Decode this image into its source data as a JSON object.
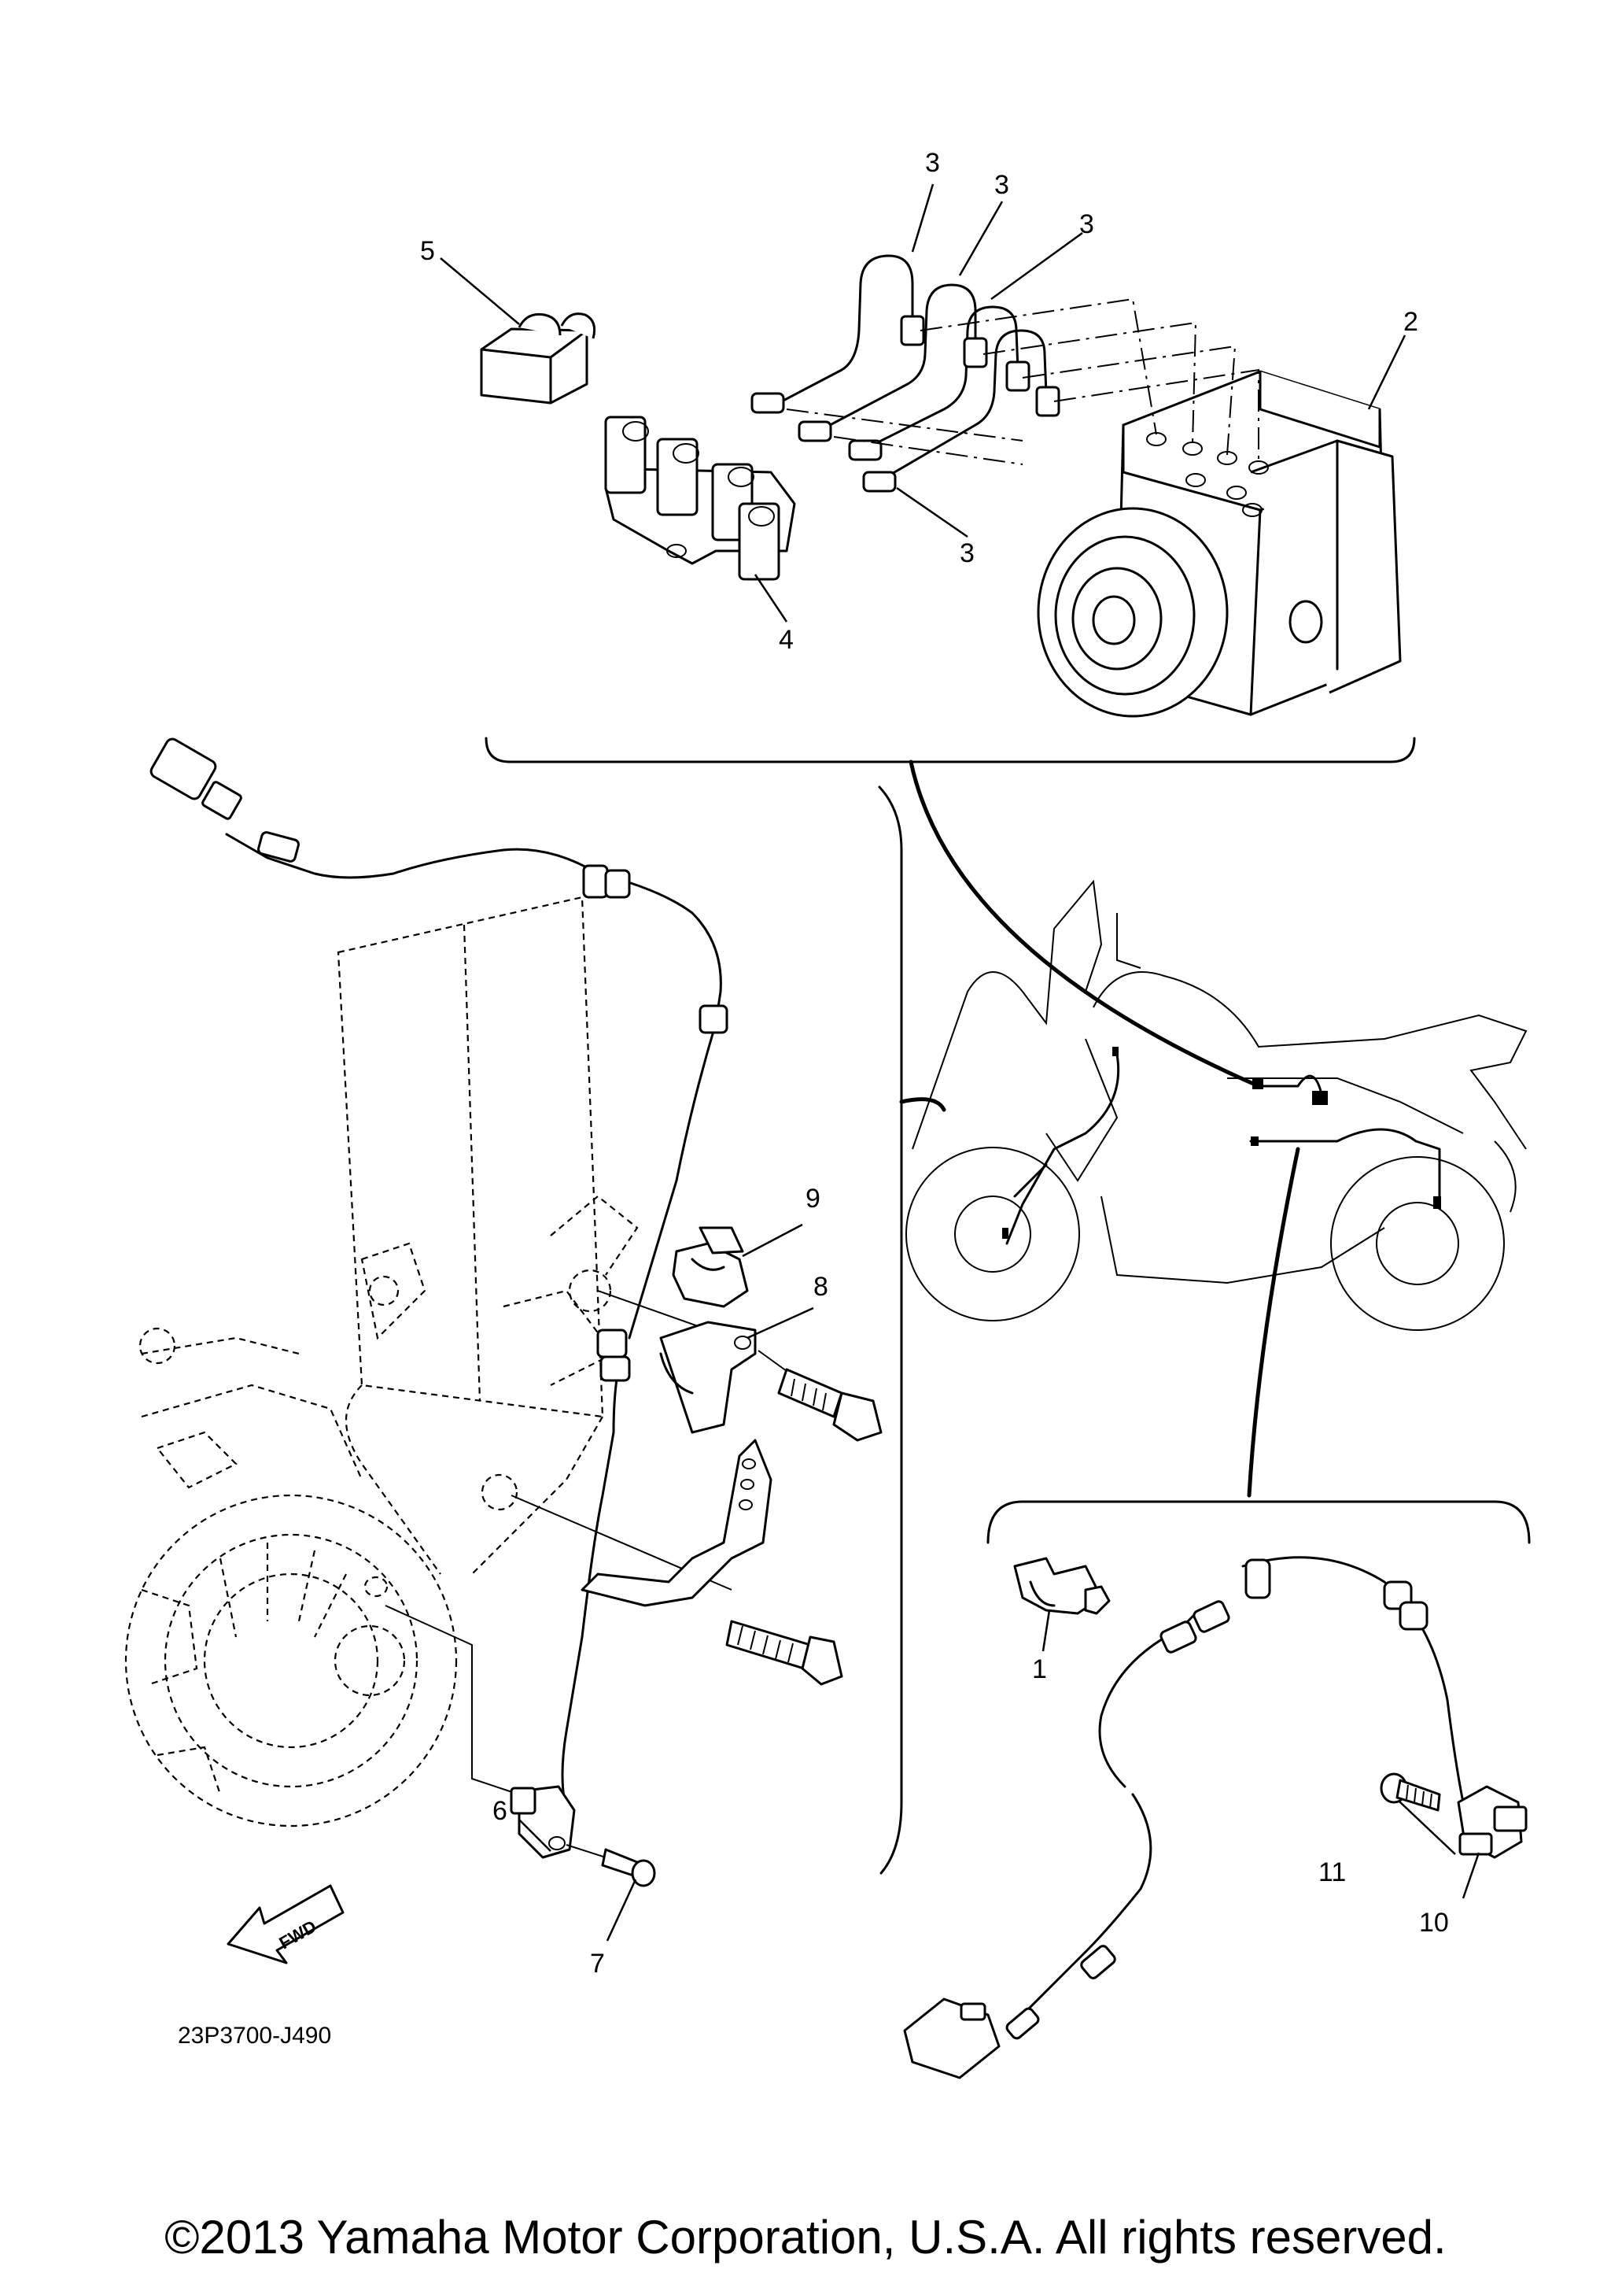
{
  "diagram": {
    "callouts": {
      "c1": "1",
      "c2": "2",
      "c3a": "3",
      "c3b": "3",
      "c3c": "3",
      "c3d": "3",
      "c4": "4",
      "c5": "5",
      "c6": "6",
      "c7": "7",
      "c8": "8",
      "c9": "9",
      "c10": "10",
      "c11": "11"
    },
    "direction_label": "FWD",
    "drawing_code": "23P3700-J490"
  },
  "footer": {
    "copyright": "©2013 Yamaha Motor Corporation, U.S.A. All rights reserved."
  }
}
